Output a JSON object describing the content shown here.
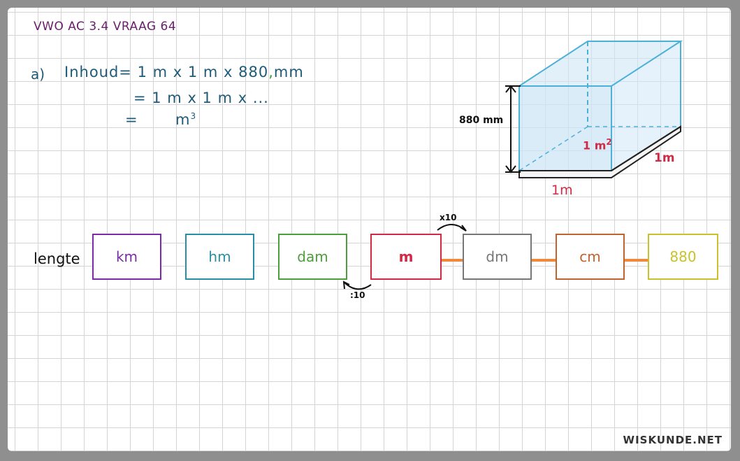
{
  "title": "VWO AC 3.4 VRAAG 64",
  "calc": {
    "label": "a)",
    "line1_prefix": "Inhoud= 1 m x 1 m x 880",
    "line1_suffix": "mm",
    "line2": "= 1 m x 1 m x ...",
    "line3_eq": "=",
    "line3_unit": "m",
    "line3_exp": "3"
  },
  "diagram": {
    "height_label": "880 mm",
    "area_label": "1 m",
    "area_exp": "2",
    "width_label": "1m",
    "depth_label": "1m"
  },
  "ladder": {
    "row_label": "lengte",
    "units": [
      {
        "label": "km",
        "color": "#7b2ba8"
      },
      {
        "label": "hm",
        "color": "#2a8ea6"
      },
      {
        "label": "dam",
        "color": "#4c9e3b"
      },
      {
        "label": "m",
        "color": "#d12a46"
      },
      {
        "label": "dm",
        "color": "#777777"
      },
      {
        "label": "cm",
        "color": "#c0632c"
      },
      {
        "label": "880",
        "color": "#c9c22a"
      }
    ],
    "mul_label": "x10",
    "div_label": ":10"
  },
  "watermark": "WISKUNDE.NET",
  "colors": {
    "prism_stroke": "#4db0d9",
    "prism_fill": "#cfe6f7",
    "arrow": "#ef8a3c"
  }
}
